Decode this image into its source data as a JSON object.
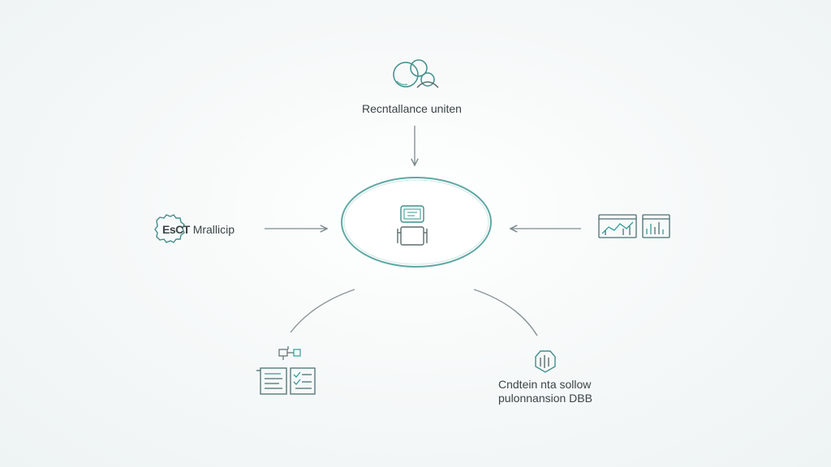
{
  "diagram": {
    "top_node": {
      "label": "Recntallance uniten",
      "icon": "people-cluster-icon"
    },
    "left_node": {
      "mark": "EsCT",
      "label": "Mrallicip",
      "icon": "gear-seal-icon"
    },
    "right_node": {
      "icons": [
        "line-chart-window-icon",
        "bar-chart-window-icon"
      ]
    },
    "center_node": {
      "icon": "server-monitor-icon"
    },
    "bottom_left_node": {
      "icons": [
        "network-node-icon",
        "document-panel-icon",
        "checklist-panel-icon"
      ]
    },
    "bottom_right_node": {
      "line1": "Cndtein nta sollow",
      "line2": "pulonnansion DBB",
      "icon": "database-shield-icon"
    },
    "colors": {
      "accent": "#2f9e98",
      "line": "#8a9597",
      "ink": "#4a5456"
    }
  }
}
